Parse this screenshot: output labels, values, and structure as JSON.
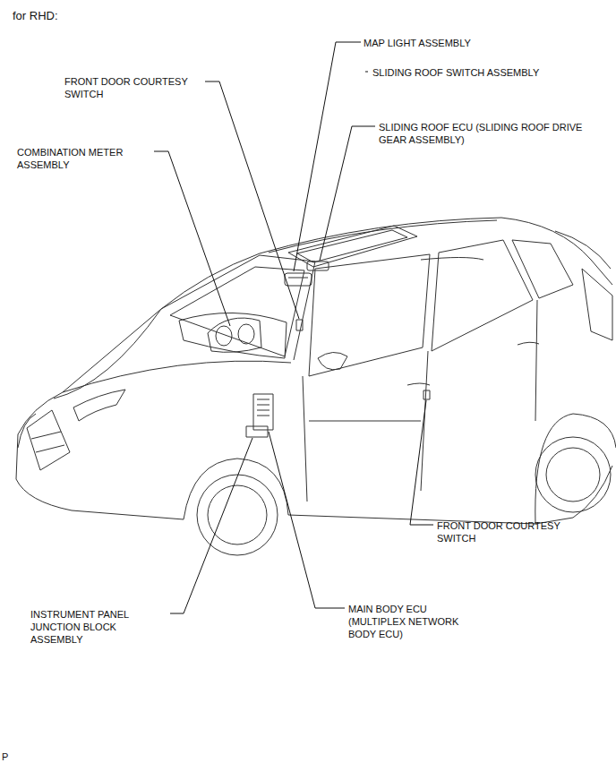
{
  "diagram": {
    "title": "for RHD:",
    "labels": [
      "MAP LIGHT ASSEMBLY",
      "SLIDING ROOF SWITCH ASSEMBLY",
      "FRONT DOOR COURTESY SWITCH",
      "SLIDING ROOF ECU (SLIDING ROOF DRIVE GEAR ASSEMBLY)",
      "COMBINATION METER ASSEMBLY",
      "FRONT DOOR COURTESY SWITCH",
      "INSTRUMENT PANEL JUNCTION BLOCK ASSEMBLY",
      "MAIN BODY ECU (MULTIPLEX NETWORK BODY ECU)",
      "P"
    ]
  }
}
